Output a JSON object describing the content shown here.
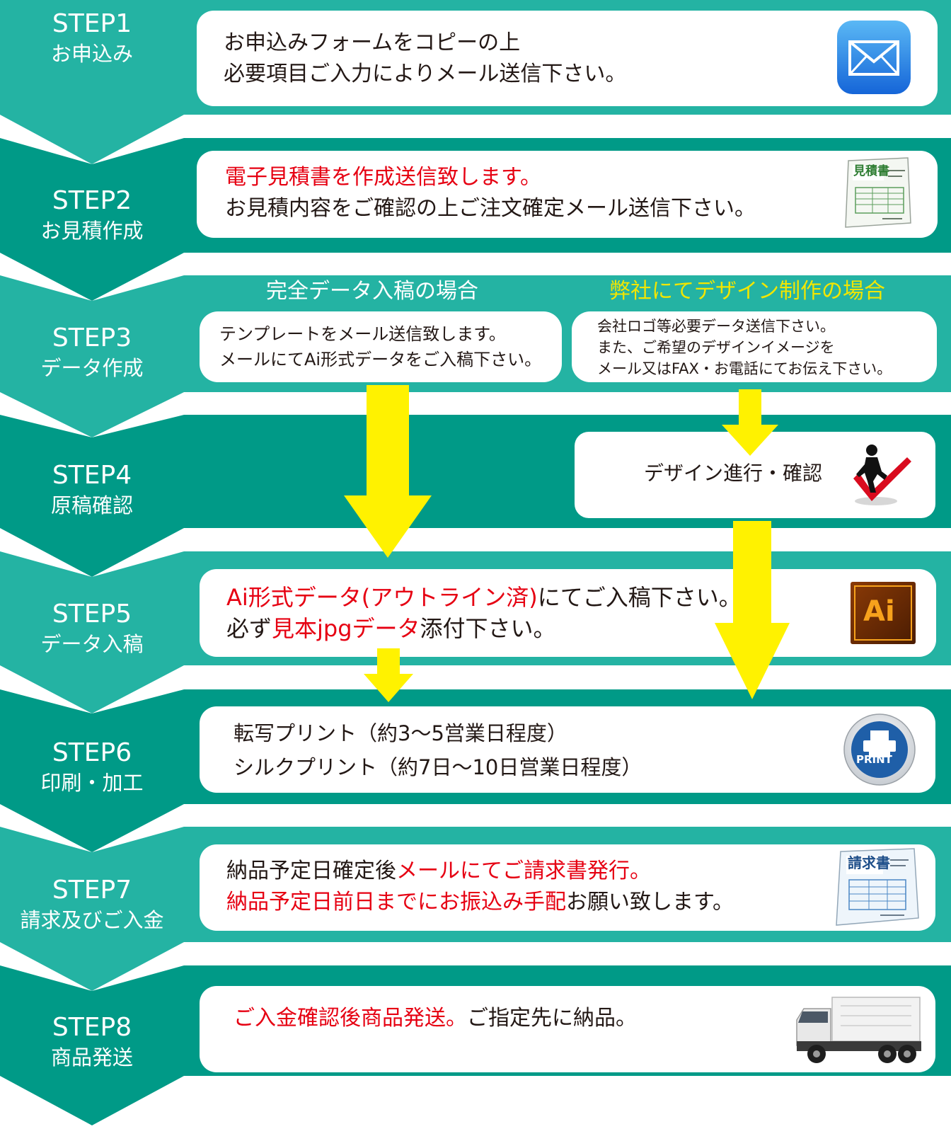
{
  "colors": {
    "band_dark": "#009a87",
    "band_light": "#24b3a3",
    "highlight_red": "#e60012",
    "highlight_yellow": "#f2e600",
    "arrow_yellow": "#fff200"
  },
  "steps": [
    {
      "num": "STEP1",
      "name": "お申込み"
    },
    {
      "num": "STEP2",
      "name": "お見積作成"
    },
    {
      "num": "STEP3",
      "name": "データ作成"
    },
    {
      "num": "STEP4",
      "name": "原稿確認"
    },
    {
      "num": "STEP5",
      "name": "データ入稿"
    },
    {
      "num": "STEP6",
      "name": "印刷・加工"
    },
    {
      "num": "STEP7",
      "name": "請求及びご入金"
    },
    {
      "num": "STEP8",
      "name": "商品発送"
    }
  ],
  "step1": {
    "line1": "お申込みフォームをコピーの上",
    "line2": "必要項目ご入力によりメール送信下さい。",
    "icon": "mail-icon"
  },
  "step2": {
    "line1": "電子見積書を作成送信致します。",
    "line2": "お見積内容をご確認の上ご注文確定メール送信下さい。",
    "icon_label": "見積書"
  },
  "step3": {
    "left_heading": "完全データ入稿の場合",
    "left_line1": "テンプレートをメール送信致します。",
    "left_line2": "メールにてAi形式データをご入稿下さい。",
    "right_heading": "弊社にてデザイン制作の場合",
    "right_line1": "会社ロゴ等必要データ送信下さい。",
    "right_line2": "また、ご希望のデザインイメージを",
    "right_line3": "メール又はFAX・お電話にてお伝え下さい。"
  },
  "step4": {
    "text": "デザイン進行・確認",
    "icon": "checkmark-person-icon"
  },
  "step5": {
    "line1_red": "Ai形式データ(アウトライン済)",
    "line1_rest": "にてご入稿下さい。",
    "line2_pre": "必ず",
    "line2_red": "見本jpgデータ",
    "line2_post": "添付下さい。",
    "icon_label": "Ai"
  },
  "step6": {
    "line1": "転写プリント（約3～5営業日程度）",
    "line2": "シルクプリント（約7日～10日営業日程度）",
    "icon_label": "PRINT"
  },
  "step7": {
    "line1_pre": "納品予定日確定後",
    "line1_red": "メールにてご請求書発行。",
    "line2_red": "納品予定日前日までにお振込み手配",
    "line2_post": "お願い致します。",
    "icon_label": "請求書"
  },
  "step8": {
    "text_red": "ご入金確認後商品発送。",
    "text_post": "ご指定先に納品。",
    "icon": "truck-icon"
  }
}
